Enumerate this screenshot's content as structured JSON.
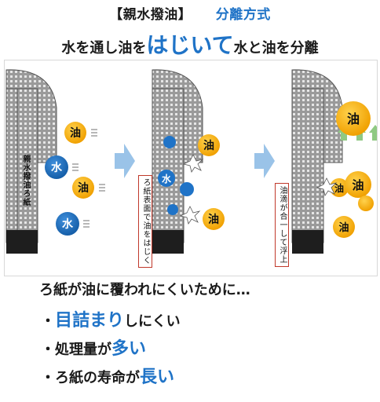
{
  "header": {
    "title": "【親水撥油】",
    "method": "分離方式",
    "sub_pre": "水を通し油を",
    "sub_big": "はじいて",
    "sub_post": "水と油を分離"
  },
  "diagram": {
    "filter_label": "親水撥油ろ紙",
    "oil": "油",
    "water": "水",
    "step2_note": "ろ紙表面で油をはじく",
    "step3_note": "油滴が合一して浮上",
    "colors": {
      "oil": "#f6b117",
      "water": "#1f73c7",
      "arrow": "#9ac3e8",
      "up_arrow": "#8fc983",
      "note_border": "#c0392b"
    }
  },
  "benefits": {
    "lead": "ろ紙が油に覆われにくいために…",
    "items": [
      {
        "bullet": "・",
        "hl": "目詰まり",
        "rest": "しにくい"
      },
      {
        "bullet": "・",
        "pre": "処理量が",
        "hl": "多い"
      },
      {
        "bullet": "・",
        "pre": "ろ紙の寿命が",
        "hl": "長い"
      }
    ]
  }
}
